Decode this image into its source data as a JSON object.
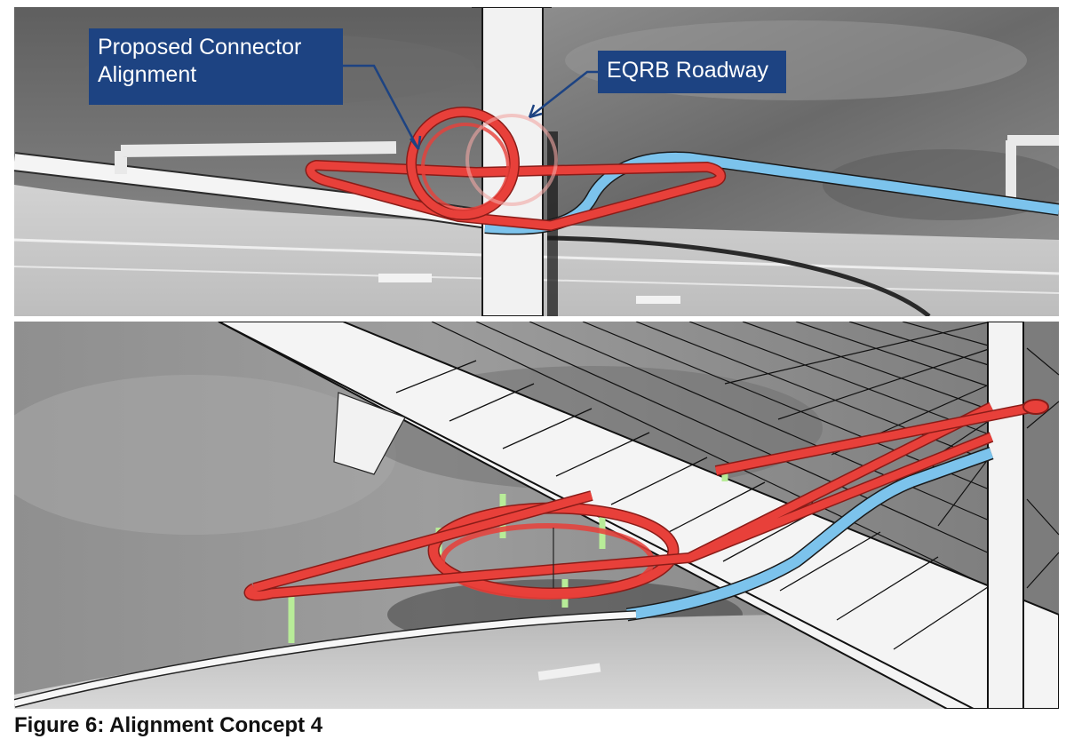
{
  "callouts": {
    "connector": "Proposed Connector\nAlignment",
    "eqrb": "EQRB Roadway"
  },
  "caption": "Figure 6: Alignment Concept 4",
  "colors": {
    "connector_red": "#e8403a",
    "existing_blue": "#7cc3ec",
    "callout_navy": "#1d4382",
    "support_green": "#b8ec98"
  }
}
